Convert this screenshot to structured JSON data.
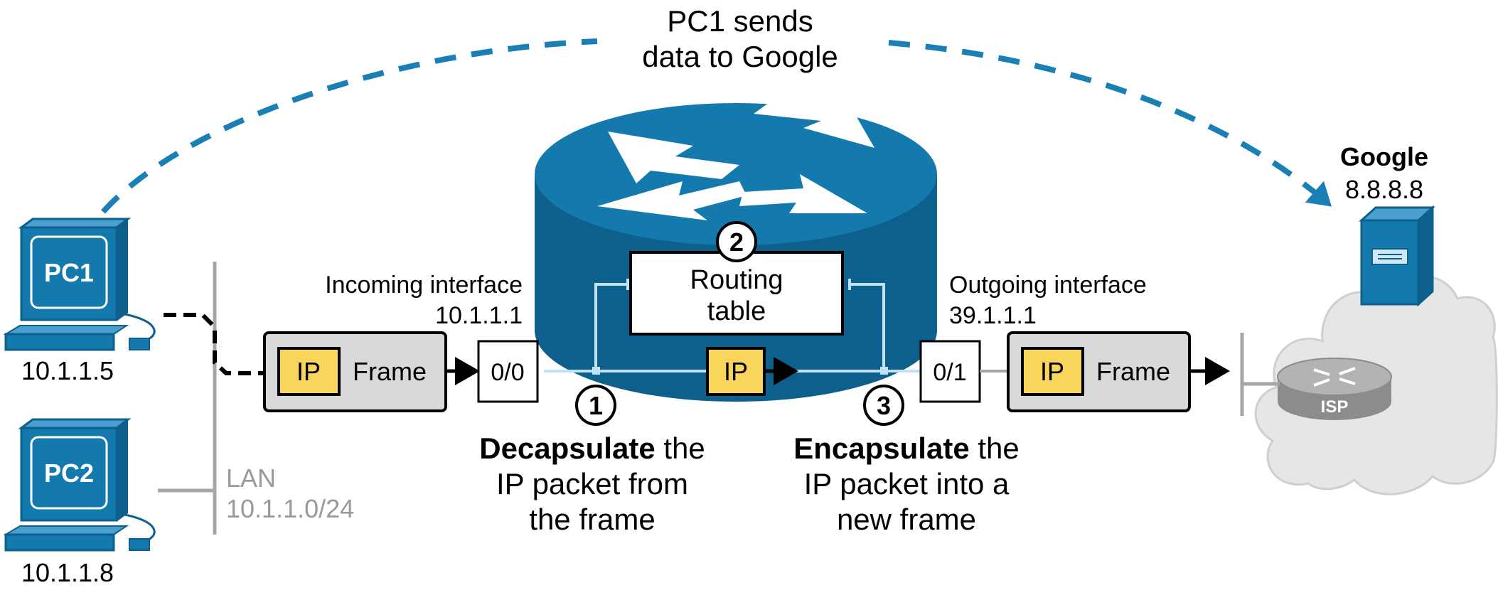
{
  "title": {
    "line1": "PC1 sends",
    "line2": "data to Google"
  },
  "pc1": {
    "name": "PC1",
    "ip": "10.1.1.5"
  },
  "pc2": {
    "name": "PC2",
    "ip": "10.1.1.8"
  },
  "lan": {
    "label": "LAN",
    "subnet": "10.1.1.0/24"
  },
  "incoming": {
    "label": "Incoming interface",
    "ip": "10.1.1.1",
    "port": "0/0"
  },
  "outgoing": {
    "label": "Outgoing interface",
    "ip": "39.1.1.1",
    "port": "0/1"
  },
  "frame": {
    "ip": "IP",
    "frame": "Frame"
  },
  "packet": {
    "ip": "IP"
  },
  "routing_table": {
    "line1": "Routing",
    "line2": "table"
  },
  "steps": {
    "one": "1",
    "two": "2",
    "three": "3",
    "decap": {
      "bold": "Decapsulate",
      "rest": " the",
      "line2": "IP packet from",
      "line3": "the frame"
    },
    "encap": {
      "bold": "Encapsulate",
      "rest": " the",
      "line2": "IP packet into a",
      "line3": "new frame"
    }
  },
  "google": {
    "name": "Google",
    "ip": "8.8.8.8"
  },
  "isp": {
    "label": "ISP"
  },
  "colors": {
    "router_blue": "#1479ad",
    "router_dark": "#0d5f8c",
    "dash_blue": "#1a7fb5",
    "ip_yellow": "#f9d55b",
    "frame_gray": "#d9d9d9",
    "cloud_gray": "#e6e6e6",
    "lan_gray": "#a6a6a6"
  }
}
